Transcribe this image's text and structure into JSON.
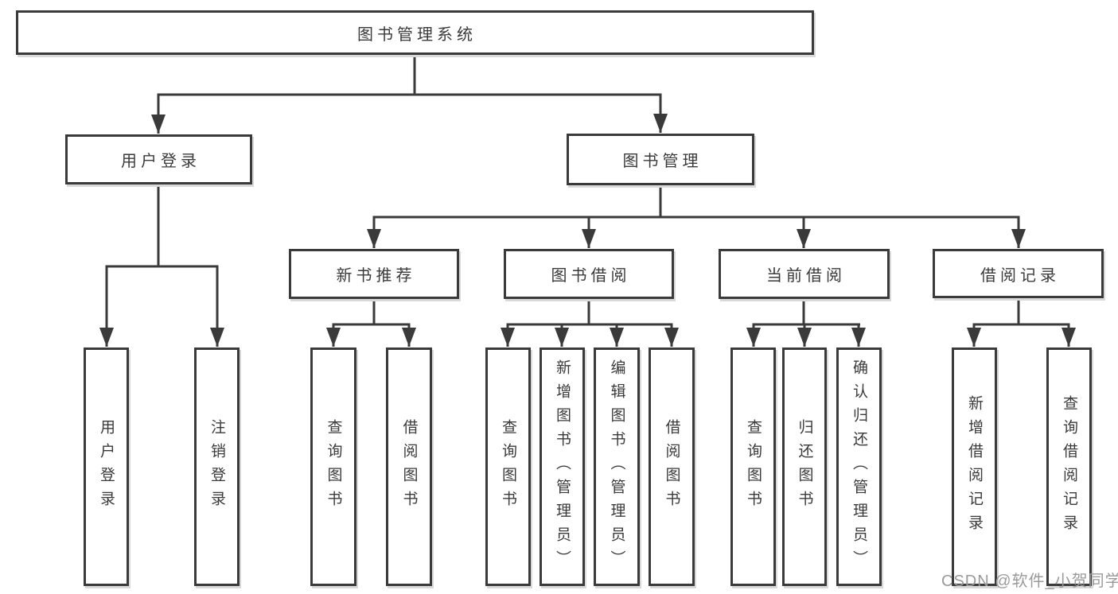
{
  "diagram_title": "图书管理系统",
  "watermark": {
    "text": "CSDN @软件_小贺同学",
    "color": "#9a9a9a"
  },
  "colors": {
    "line": "#3a3a3a",
    "box_border": "#3a3a3a",
    "box_background": "#ffffff",
    "text": "#3a3a3a",
    "shadow": "#d9d9d9",
    "page_background": "#ffffff"
  },
  "tree": {
    "root": {
      "id": "library-management-system",
      "label": "图书管理系统"
    },
    "level2": [
      {
        "id": "user-login",
        "label": "用户登录",
        "parent": "library-management-system"
      },
      {
        "id": "book-management",
        "label": "图书管理",
        "parent": "library-management-system"
      }
    ],
    "level3": [
      {
        "id": "new-book-recommend",
        "label": "新书推荐",
        "parent": "book-management"
      },
      {
        "id": "book-borrow",
        "label": "图书借阅",
        "parent": "book-management"
      },
      {
        "id": "current-borrow",
        "label": "当前借阅",
        "parent": "book-management"
      },
      {
        "id": "borrow-record",
        "label": "借阅记录",
        "parent": "book-management"
      }
    ],
    "leaves": {
      "user_login": [
        {
          "label": "用户登录"
        },
        {
          "label": "注销登录"
        }
      ],
      "new_book_recommend": [
        {
          "label": "查询图书"
        },
        {
          "label": "借阅图书"
        }
      ],
      "book_borrow": [
        {
          "label": "查询图书"
        },
        {
          "label": "新增图书（管理员）"
        },
        {
          "label": "编辑图书（管理员）"
        },
        {
          "label": "借阅图书"
        }
      ],
      "current_borrow": [
        {
          "label": "查询图书"
        },
        {
          "label": "归还图书"
        },
        {
          "label": "确认归还（管理员）"
        }
      ],
      "borrow_record": [
        {
          "label": "新增借阅记录"
        },
        {
          "label": "查询借阅记录"
        }
      ]
    }
  }
}
